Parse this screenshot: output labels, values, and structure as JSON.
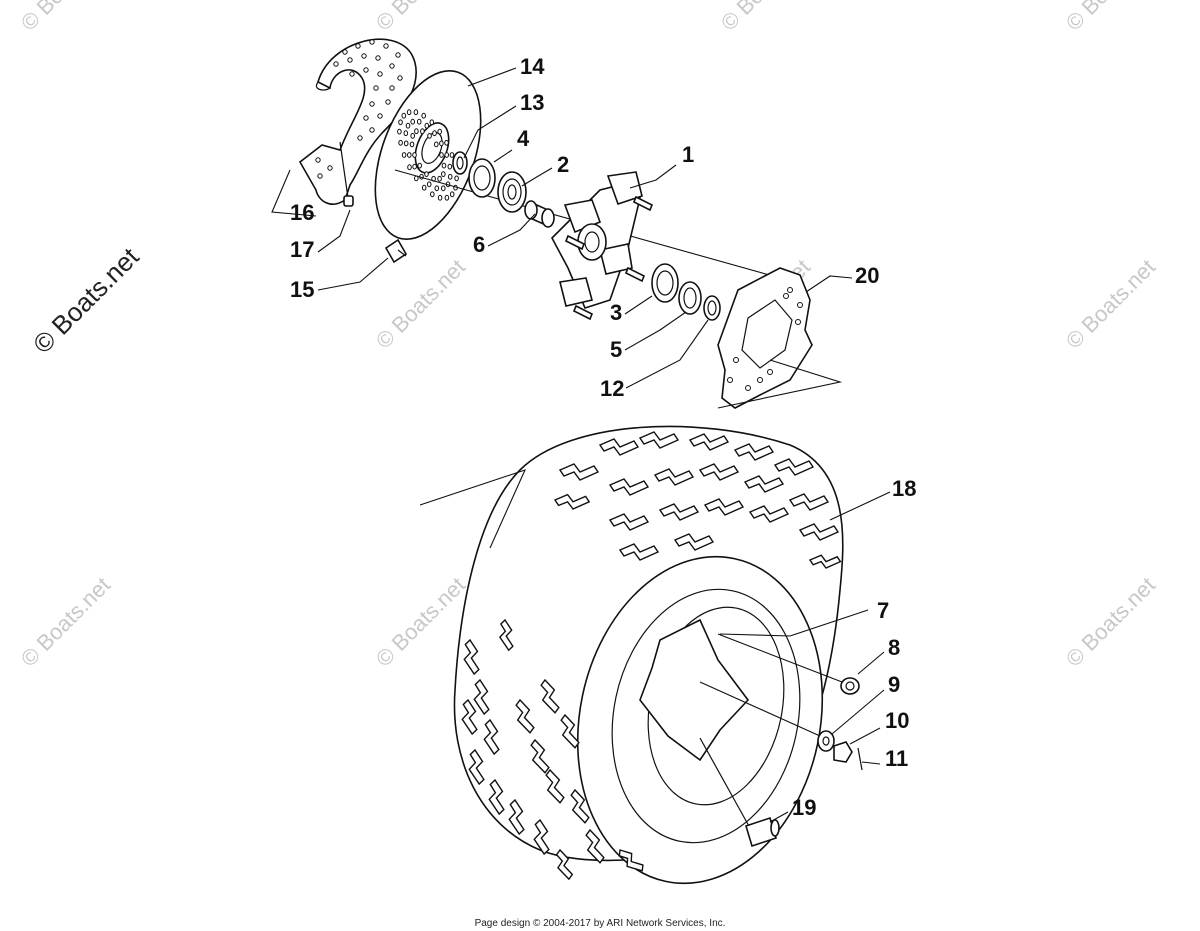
{
  "watermark": "© Boats.net",
  "callouts": [
    "1",
    "2",
    "3",
    "4",
    "5",
    "6",
    "7",
    "8",
    "9",
    "10",
    "11",
    "12",
    "13",
    "14",
    "15",
    "16",
    "17",
    "18",
    "19",
    "20"
  ],
  "footer": "Page design © 2004-2017 by ARI Network Services, Inc."
}
